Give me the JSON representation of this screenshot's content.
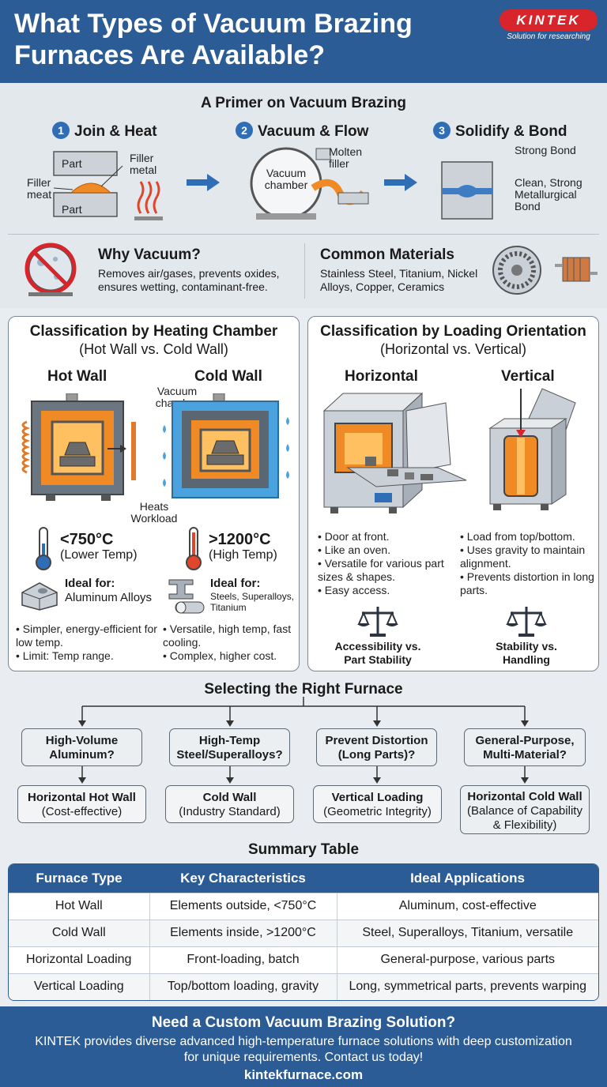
{
  "header": {
    "title": "What Types of Vacuum Brazing Furnaces Are Available?",
    "logo": "KINTEK",
    "tagline": "Solution for researching"
  },
  "primer": {
    "title": "A Primer on Vacuum Brazing",
    "steps": [
      {
        "num": "1",
        "title": "Join & Heat",
        "labels": [
          "Part",
          "Filler metal",
          "Filler meat",
          "Part"
        ]
      },
      {
        "num": "2",
        "title": "Vacuum & Flow",
        "labels": [
          "Molten filler",
          "Vacuum chamber"
        ]
      },
      {
        "num": "3",
        "title": "Solidify & Bond",
        "labels": [
          "Strong Bond",
          "Clean, Strong Metallurgical Bond"
        ]
      }
    ]
  },
  "why": {
    "title": "Why Vacuum?",
    "text": "Removes air/gases, prevents oxides, ensures wetting, contaminant-free."
  },
  "materials": {
    "title": "Common Materials",
    "text": "Stainless Steel, Titanium, Nickel Alloys, Copper, Ceramics"
  },
  "chamber": {
    "title": "Classification by Heating Chamber",
    "subtitle": "(Hot Wall vs. Cold Wall)",
    "hot": {
      "name": "Hot Wall",
      "temp": "<750°C",
      "temp_note": "(Lower Temp)",
      "ideal_label": "Ideal for:",
      "ideal": "Aluminum Alloys",
      "bullets": [
        "Simpler, energy-efficient for low temp.",
        "Limit: Temp range."
      ]
    },
    "cold": {
      "name": "Cold Wall",
      "temp": ">1200°C",
      "temp_note": "(High Temp)",
      "ideal_label": "Ideal for:",
      "ideal": "Steels, Superalloys, Titanium",
      "bullets": [
        "Versatile, high temp, fast cooling.",
        "Complex, higher cost."
      ]
    },
    "callout_vacuum": "Vacuum chamber",
    "callout_heats": "Heats Workload"
  },
  "loading": {
    "title": "Classification by Loading Orientation",
    "subtitle": "(Horizontal vs. Vertical)",
    "horizontal": {
      "name": "Horizontal",
      "bullets": [
        "Door at front.",
        "Like an oven.",
        "Versatile for various part sizes & shapes.",
        "Easy access."
      ],
      "tradeoff": "Accessibility vs. Part Stability"
    },
    "vertical": {
      "name": "Vertical",
      "bullets": [
        "Load from top/bottom.",
        "Uses gravity to maintain alignment.",
        "Prevents distortion in long parts."
      ],
      "tradeoff": "Stability vs. Handling"
    }
  },
  "selecting": {
    "title": "Selecting the Right Furnace",
    "options": [
      {
        "q": "High-Volume Aluminum?",
        "a": "Horizontal Hot Wall",
        "a_sub": "(Cost-effective)"
      },
      {
        "q": "High-Temp Steel/Superalloys?",
        "a": "Cold Wall",
        "a_sub": "(Industry Standard)"
      },
      {
        "q": "Prevent Distortion (Long Parts)?",
        "a": "Vertical Loading",
        "a_sub": "(Geometric Integrity)"
      },
      {
        "q": "General-Purpose, Multi-Material?",
        "a": "Horizontal Cold Wall",
        "a_sub": "(Balance of Capability & Flexibility)"
      }
    ]
  },
  "summary": {
    "title": "Summary Table",
    "headers": [
      "Furnace Type",
      "Key Characteristics",
      "Ideal Applications"
    ],
    "rows": [
      [
        "Hot Wall",
        "Elements outside, <750°C",
        "Aluminum, cost-effective"
      ],
      [
        "Cold Wall",
        "Elements inside, >1200°C",
        "Steel, Superalloys, Titanium, versatile"
      ],
      [
        "Horizontal Loading",
        "Front-loading, batch",
        "General-purpose, various parts"
      ],
      [
        "Vertical Loading",
        "Top/bottom loading, gravity",
        "Long, symmetrical parts, prevents warping"
      ]
    ]
  },
  "cta": {
    "title": "Need a Custom Vacuum Brazing Solution?",
    "text": "KINTEK provides diverse advanced high-temperature furnace solutions with deep customization for unique requirements. Contact us today!",
    "url": "kintekfurnace.com"
  },
  "colors": {
    "header": "#2b5c95",
    "accent": "#2f6db5",
    "hot": "#f08a24",
    "cold": "#4aa3df",
    "logo": "#d8242b"
  }
}
